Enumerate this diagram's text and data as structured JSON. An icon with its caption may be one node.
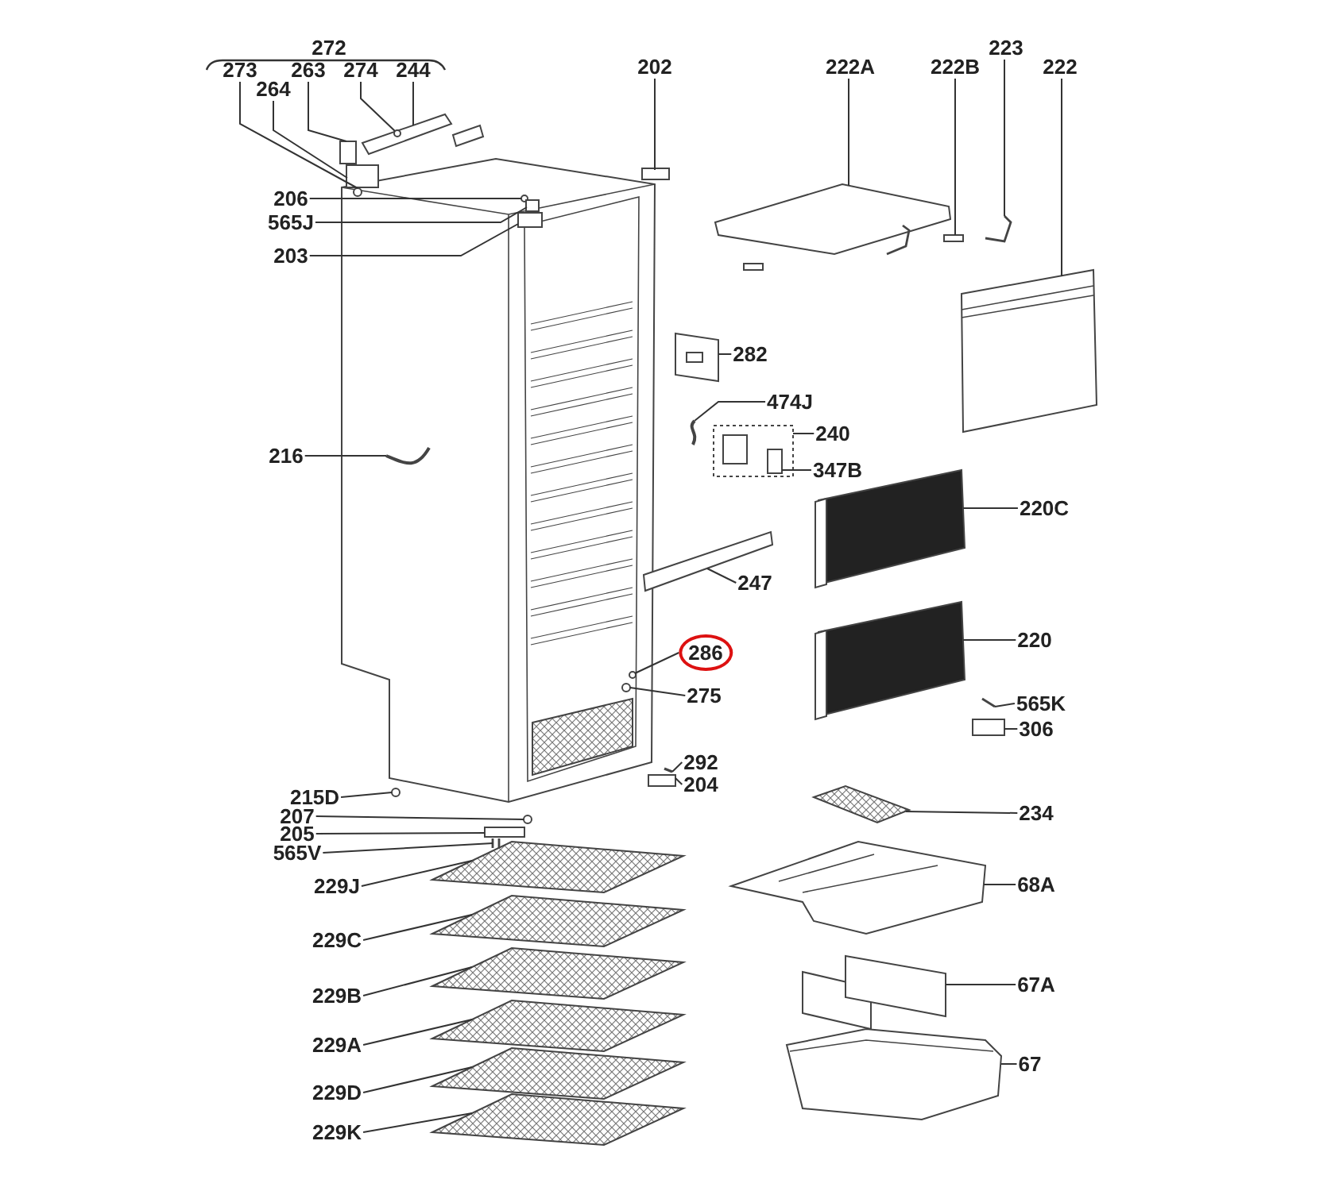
{
  "diagram": {
    "nodes": [
      {
        "text": [
          "272"
        ]
      },
      {
        "text": [
          "273"
        ]
      },
      {
        "text": [
          "263"
        ]
      },
      {
        "text": [
          "274"
        ]
      },
      {
        "text": [
          "244"
        ]
      },
      {
        "text": [
          "264"
        ]
      },
      {
        "text": [
          "202"
        ]
      },
      {
        "text": [
          "222A"
        ]
      },
      {
        "text": [
          "222B"
        ]
      },
      {
        "text": [
          "223"
        ]
      },
      {
        "text": [
          "222"
        ]
      },
      {
        "text": [
          "206"
        ]
      },
      {
        "text": [
          "565J"
        ]
      },
      {
        "text": [
          "203"
        ]
      },
      {
        "text": [
          "282"
        ]
      },
      {
        "text": [
          "474J"
        ]
      },
      {
        "text": [
          "240"
        ]
      },
      {
        "text": [
          "347B"
        ]
      },
      {
        "text": [
          "216"
        ]
      },
      {
        "text": [
          "220C"
        ]
      },
      {
        "text": [
          "247"
        ]
      },
      {
        "text": [
          "286"
        ]
      },
      {
        "text": [
          "220"
        ]
      },
      {
        "text": [
          "275"
        ]
      },
      {
        "text": [
          "565K"
        ]
      },
      {
        "text": [
          "306"
        ]
      },
      {
        "text": [
          "292"
        ]
      },
      {
        "text": [
          "204"
        ]
      },
      {
        "text": [
          "215D"
        ]
      },
      {
        "text": [
          "234"
        ]
      },
      {
        "text": [
          "207"
        ]
      },
      {
        "text": [
          "205"
        ]
      },
      {
        "text": [
          "565V"
        ]
      },
      {
        "text": [
          "229J"
        ]
      },
      {
        "text": [
          "68A"
        ]
      },
      {
        "text": [
          "229C"
        ]
      },
      {
        "text": [
          "67A"
        ]
      },
      {
        "text": [
          "229B"
        ]
      },
      {
        "text": [
          "229A"
        ]
      },
      {
        "text": [
          "67"
        ]
      },
      {
        "text": [
          "229D"
        ]
      },
      {
        "text": [
          "229K"
        ]
      },
      {
        "text": [],
        "shape": "circle"
      },
      {
        "text": [],
        "shape": "box"
      },
      {
        "text": [],
        "shape": "picture"
      },
      {
        "text": [],
        "shape": "circle",
        "in": 44
      },
      {
        "text": [],
        "shape": "box"
      },
      {
        "text": [],
        "shape": "box"
      },
      {
        "text": [],
        "shape": "picture"
      },
      {
        "text": [],
        "shape": "picture"
      },
      {
        "text": [],
        "shape": "picture"
      },
      {
        "text": [],
        "shape": "picture"
      },
      {
        "text": [],
        "shape": "circle"
      },
      {
        "text": [],
        "shape": "box"
      },
      {
        "text": [],
        "shape": "box"
      },
      {
        "text": [],
        "shape": "picture"
      },
      {
        "text": [],
        "shape": "picture"
      },
      {
        "text": [],
        "shape": "picture"
      },
      {
        "text": [],
        "shape": "box",
        "in": 57
      },
      {
        "text": [],
        "shape": "picture"
      },
      {
        "text": [],
        "shape": "picture"
      },
      {
        "text": [],
        "shape": "picture"
      },
      {
        "text": [],
        "shape": "circle"
      },
      {
        "text": [],
        "shape": "picture"
      },
      {
        "text": [],
        "shape": "circle"
      },
      {
        "text": [],
        "shape": "picture"
      },
      {
        "text": [],
        "shape": "box"
      },
      {
        "text": [],
        "shape": "picture"
      },
      {
        "text": [],
        "shape": "box"
      },
      {
        "text": [],
        "shape": "circle"
      },
      {
        "text": [],
        "shape": "picture"
      },
      {
        "text": [],
        "shape": "circle"
      },
      {
        "text": [],
        "shape": "box"
      },
      {
        "text": [],
        "shape": "picture"
      },
      {
        "text": [],
        "shape": "picture"
      },
      {
        "text": [],
        "shape": "picture"
      },
      {
        "text": [],
        "shape": "picture"
      },
      {
        "text": [],
        "shape": "picture"
      },
      {
        "text": [],
        "shape": "picture"
      },
      {
        "text": [],
        "shape": "picture"
      },
      {
        "text": [],
        "shape": "picture"
      },
      {
        "text": [],
        "shape": "picture"
      },
      {
        "text": [],
        "shape": "picture"
      }
    ],
    "edges": [
      {
        "from": 1,
        "to": 42,
        "arrow": "none"
      },
      {
        "from": 2,
        "to": 43,
        "arrow": "none"
      },
      {
        "from": 3,
        "to": 45,
        "arrow": "none"
      },
      {
        "from": 4,
        "to": 44,
        "arrow": "none"
      },
      {
        "from": 5,
        "to": 46,
        "arrow": "none"
      },
      {
        "from": 6,
        "to": 47,
        "arrow": "none"
      },
      {
        "from": 7,
        "to": 48,
        "arrow": "none"
      },
      {
        "from": 8,
        "to": 49,
        "arrow": "none"
      },
      {
        "from": 9,
        "to": 50,
        "arrow": "none"
      },
      {
        "from": 10,
        "to": 51,
        "arrow": "none"
      },
      {
        "from": 11,
        "to": 52,
        "arrow": "none"
      },
      {
        "from": 12,
        "to": 53,
        "arrow": "none"
      },
      {
        "from": 13,
        "to": 54,
        "arrow": "none"
      },
      {
        "from": 14,
        "to": 55,
        "arrow": "none"
      },
      {
        "from": 15,
        "to": 56,
        "arrow": "none"
      },
      {
        "from": 16,
        "to": 57,
        "arrow": "none"
      },
      {
        "from": 17,
        "to": 58,
        "arrow": "none"
      },
      {
        "from": 18,
        "to": 59,
        "arrow": "none"
      },
      {
        "from": 19,
        "to": 60,
        "arrow": "none"
      },
      {
        "from": 20,
        "to": 61,
        "arrow": "none"
      },
      {
        "from": 21,
        "to": 62,
        "arrow": "none"
      },
      {
        "from": 22,
        "to": 63,
        "arrow": "none"
      },
      {
        "from": 23,
        "to": 64,
        "arrow": "none"
      },
      {
        "from": 24,
        "to": 65,
        "arrow": "none"
      },
      {
        "from": 25,
        "to": 66,
        "arrow": "none"
      },
      {
        "from": 26,
        "to": 67,
        "arrow": "none"
      },
      {
        "from": 27,
        "to": 68,
        "arrow": "none"
      },
      {
        "from": 28,
        "to": 69,
        "arrow": "none"
      },
      {
        "from": 29,
        "to": 70,
        "arrow": "none"
      },
      {
        "from": 30,
        "to": 71,
        "arrow": "none"
      },
      {
        "from": 31,
        "to": 72,
        "arrow": "none"
      },
      {
        "from": 32,
        "to": 73,
        "arrow": "none"
      },
      {
        "from": 33,
        "to": 74,
        "arrow": "none"
      },
      {
        "from": 34,
        "to": 75,
        "arrow": "none"
      },
      {
        "from": 35,
        "to": 76,
        "arrow": "none"
      },
      {
        "from": 36,
        "to": 77,
        "arrow": "none"
      },
      {
        "from": 37,
        "to": 78,
        "arrow": "none"
      },
      {
        "from": 38,
        "to": 79,
        "arrow": "none"
      },
      {
        "from": 39,
        "to": 80,
        "arrow": "none"
      },
      {
        "from": 40,
        "to": 81,
        "arrow": "none"
      },
      {
        "from": 41,
        "to": 82,
        "arrow": "none"
      }
    ]
  }
}
